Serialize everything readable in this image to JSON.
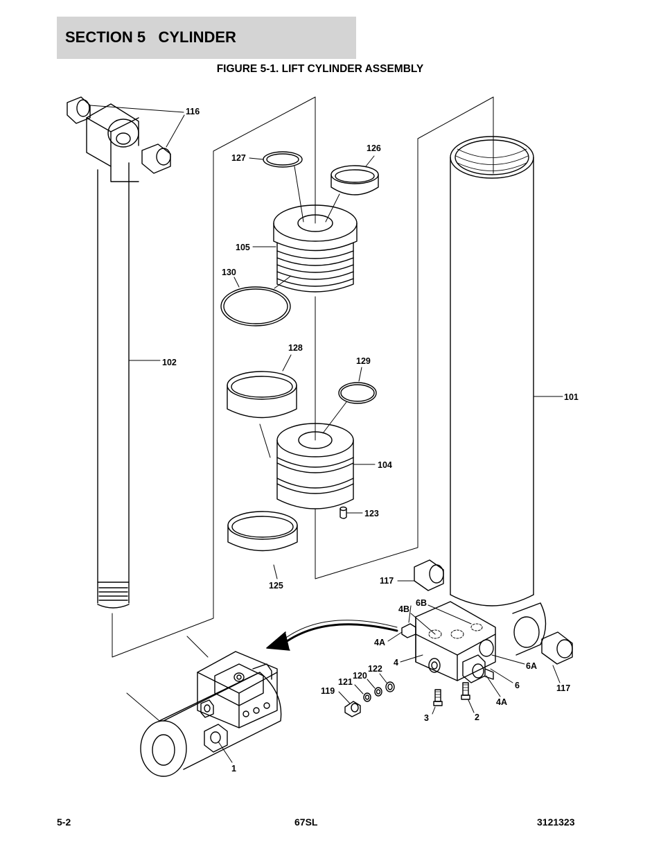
{
  "header": {
    "section_title": "SECTION 5   CYLINDER"
  },
  "figure": {
    "title": "FIGURE 5-1. LIFT CYLINDER ASSEMBLY",
    "callouts": {
      "c116": "116",
      "c127": "127",
      "c126": "126",
      "c105": "105",
      "c130": "130",
      "c102": "102",
      "c128": "128",
      "c129": "129",
      "c101": "101",
      "c104": "104",
      "c123": "123",
      "c125": "125",
      "c117a": "117",
      "c6b": "6B",
      "c4b": "4B",
      "c4a_top": "4A",
      "c4": "4",
      "c122": "122",
      "c120": "120",
      "c121": "121",
      "c119": "119",
      "c6a": "6A",
      "c6": "6",
      "c117b": "117",
      "c4a_bottom": "4A",
      "c3": "3",
      "c2": "2",
      "c1": "1"
    }
  },
  "footer": {
    "page_number": "5-2",
    "model": "67SL",
    "doc_number": "3121323"
  }
}
